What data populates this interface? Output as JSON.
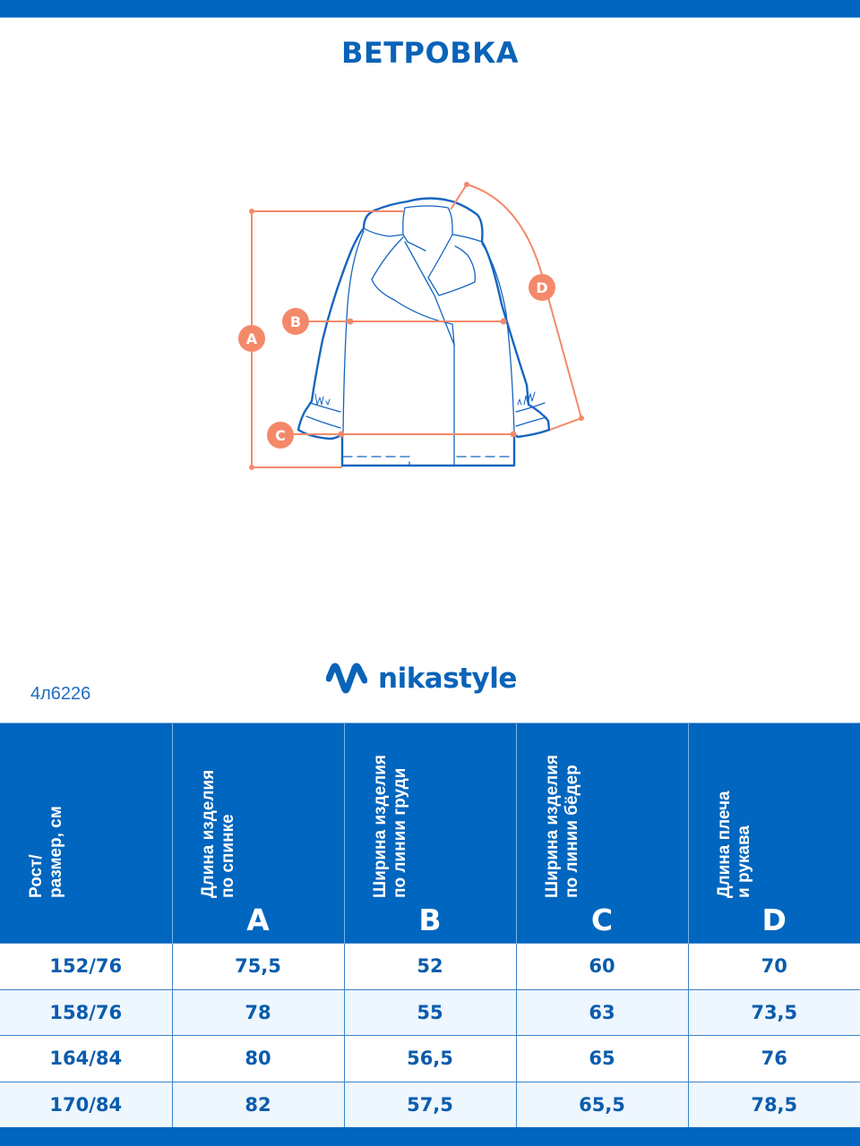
{
  "header": {
    "title": "ВЕТРОВКА",
    "accent_color": "#0066BF"
  },
  "diagram": {
    "markers": [
      {
        "letter": "A",
        "meaning": "length-back"
      },
      {
        "letter": "B",
        "meaning": "chest-width"
      },
      {
        "letter": "C",
        "meaning": "hip-width"
      },
      {
        "letter": "D",
        "meaning": "shoulder-sleeve-length"
      }
    ],
    "marker_color": "#F4896A",
    "line_color": "#1565C0"
  },
  "article": "4л6226",
  "brand": {
    "name": "nikastyle",
    "logo_icon": "wave-n-logo"
  },
  "table": {
    "columns": [
      {
        "lines": [
          "Рост/",
          "размер, см"
        ],
        "letter": ""
      },
      {
        "lines": [
          "Длина изделия",
          "по спинке"
        ],
        "letter": "A"
      },
      {
        "lines": [
          "Ширина изделия",
          "по линии груди"
        ],
        "letter": "B"
      },
      {
        "lines": [
          "Ширина изделия",
          "по линии бёдер"
        ],
        "letter": "C"
      },
      {
        "lines": [
          "Длина плеча",
          "и рукава"
        ],
        "letter": "D"
      }
    ],
    "rows": [
      [
        "152/76",
        "75,5",
        "52",
        "60",
        "70"
      ],
      [
        "158/76",
        "78",
        "55",
        "63",
        "73,5"
      ],
      [
        "164/84",
        "80",
        "56,5",
        "65",
        "76"
      ],
      [
        "170/84",
        "82",
        "57,5",
        "65,5",
        "78,5"
      ]
    ]
  }
}
